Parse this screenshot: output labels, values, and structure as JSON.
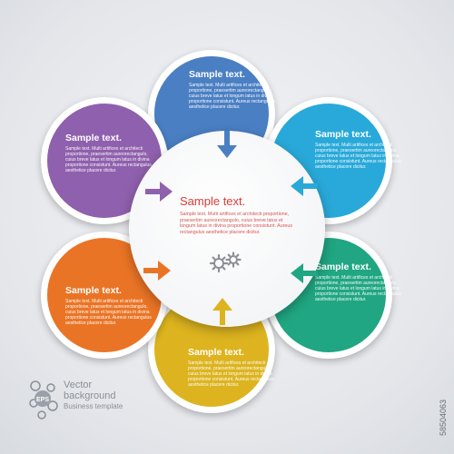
{
  "petal_title": "Sample text.",
  "petal_body": "Sample text. Multi artifices et architecti proportione, praesertim aureorectangulo, cuius breve latus et longum latus in divina proportione consistunt. Aureus rectangulus aesthetice placere dicitur.",
  "center": {
    "title": "Sample text.",
    "body": "Sample text. Multi artifices et architecti proportione, praesertim aureorectangulo, cuius breve latus et longum latus in divina proportione consistunt. Aureus rectangulus aesthetice placere dicitur.",
    "icon": "gears-icon"
  },
  "petals": [
    {
      "name": "top",
      "color": "#4a7fc3"
    },
    {
      "name": "upper-right",
      "color": "#29a9d9"
    },
    {
      "name": "lower-right",
      "color": "#20a682"
    },
    {
      "name": "bottom",
      "color": "#ddb41f"
    },
    {
      "name": "lower-left",
      "color": "#ea7425"
    },
    {
      "name": "upper-left",
      "color": "#8f60ad"
    }
  ],
  "footer": {
    "badge": "EPS",
    "line1": "Vector",
    "line2": "background",
    "line3": "Business template"
  },
  "stock_id": "58504063"
}
